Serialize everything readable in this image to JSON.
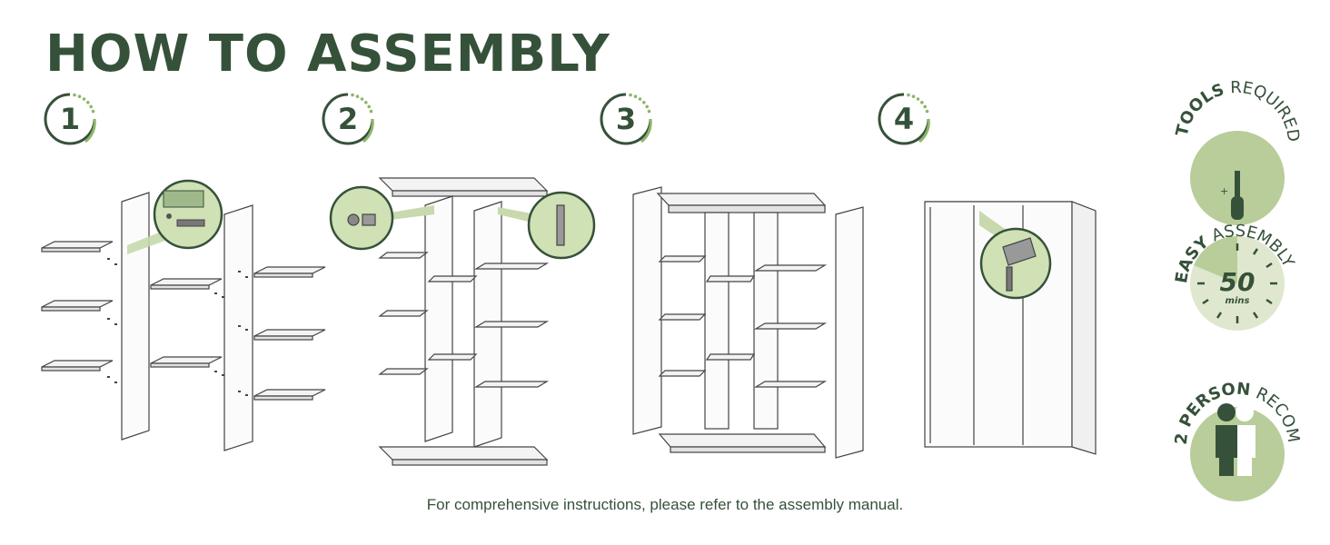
{
  "title": "HOW TO ASSEMBLY",
  "steps": [
    {
      "number": "1"
    },
    {
      "number": "2"
    },
    {
      "number": "3"
    },
    {
      "number": "4"
    }
  ],
  "badges": {
    "tools": {
      "bold": "TOOLS",
      "light": " REQUIRED",
      "icon": "screwdriver-icon"
    },
    "easy": {
      "bold": "EASY",
      "light": " ASSEMBLY",
      "time_value": "50",
      "time_unit": "mins",
      "icon": "stopwatch-icon"
    },
    "person": {
      "bold": "2 PERSON",
      "light": " RECOMM.",
      "icon": "two-people-icon"
    }
  },
  "footer": "For comprehensive instructions, please refer to the assembly manual.",
  "colors": {
    "dark_green": "#36513a",
    "light_green": "#8fb56a",
    "badge_fill": "#b8cd9a",
    "zoom_fill": "#cfe1b5"
  }
}
